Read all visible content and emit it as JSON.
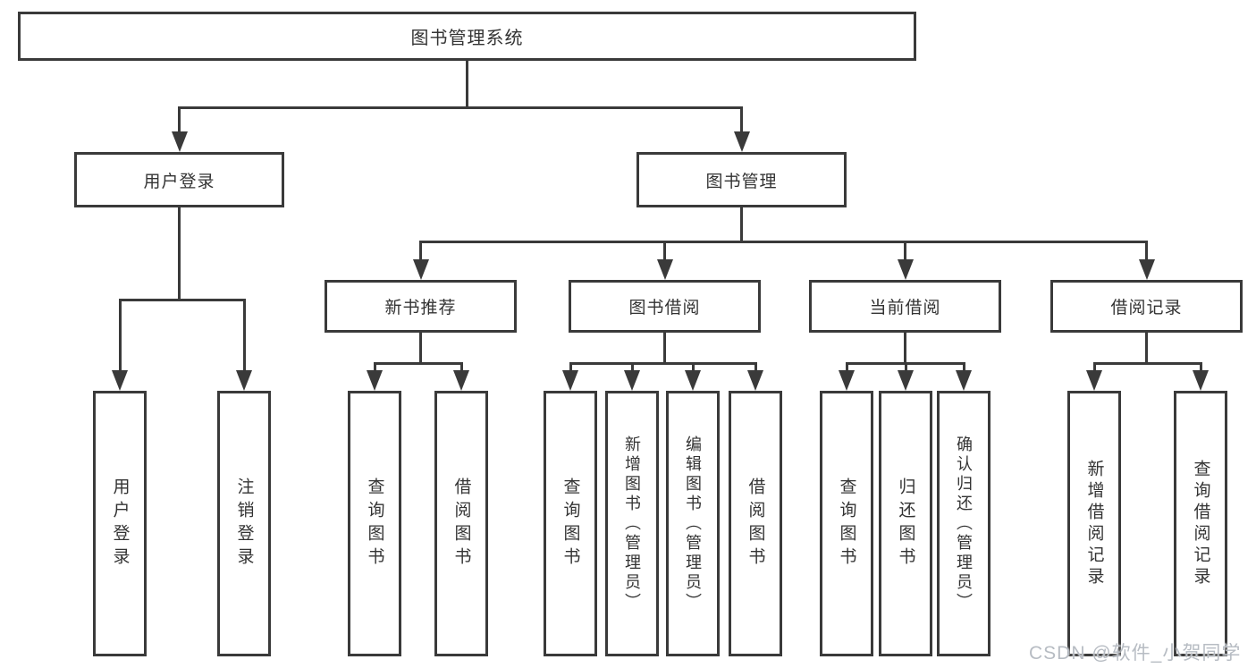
{
  "tree": {
    "label": "图书管理系统",
    "children": [
      {
        "label": "用户登录",
        "children": [
          {
            "label": "用户登录"
          },
          {
            "label": "注销登录"
          }
        ]
      },
      {
        "label": "图书管理",
        "children": [
          {
            "label": "新书推荐",
            "children": [
              {
                "label": "查询图书"
              },
              {
                "label": "借阅图书"
              }
            ]
          },
          {
            "label": "图书借阅",
            "children": [
              {
                "label": "查询图书"
              },
              {
                "label": "新增图书（管理员）"
              },
              {
                "label": "编辑图书（管理员）"
              },
              {
                "label": "借阅图书"
              }
            ]
          },
          {
            "label": "当前借阅",
            "children": [
              {
                "label": "查询图书"
              },
              {
                "label": "归还图书"
              },
              {
                "label": "确认归还（管理员）"
              }
            ]
          },
          {
            "label": "借阅记录",
            "children": [
              {
                "label": "新增借阅记录"
              },
              {
                "label": "查询借阅记录"
              }
            ]
          }
        ]
      }
    ]
  },
  "watermark": "CSDN @软件_小贺同学",
  "colors": {
    "line": "#3a3a3a",
    "text": "#333333",
    "watermark": "#b7bcc3",
    "background": "#ffffff"
  }
}
